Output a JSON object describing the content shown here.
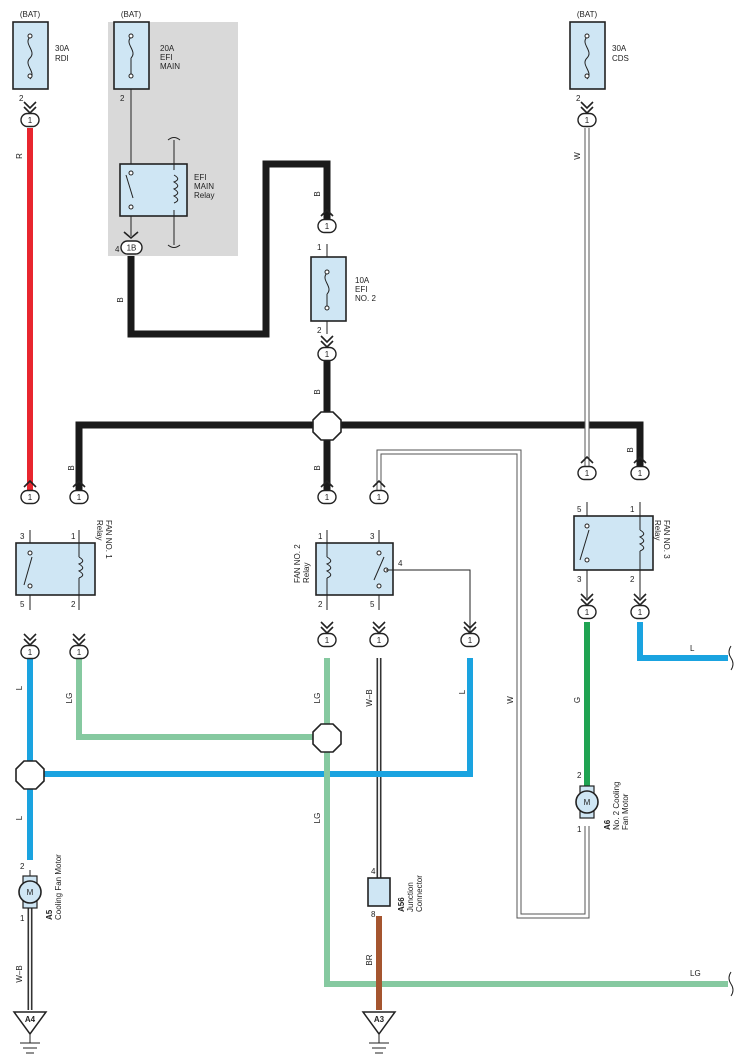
{
  "colors": {
    "red": "#e8262e",
    "black": "#1a1a1a",
    "blue": "#1aa3e0",
    "light_green": "#86c9a0",
    "green": "#1fa352",
    "brown": "#a5552f",
    "white_wire": "#ffffff",
    "component_fill": "#cfe6f4",
    "shaded_area": "#d9d9d9"
  },
  "fuses": {
    "rdi": {
      "source": "(BAT)",
      "rating": "30A",
      "name": "RDI",
      "pin": "2"
    },
    "efi_main": {
      "source": "(BAT)",
      "rating": "20A",
      "name1": "EFI",
      "name2": "MAIN",
      "pin": "2"
    },
    "cds": {
      "source": "(BAT)",
      "rating": "30A",
      "name": "CDS",
      "pin": "2"
    },
    "efi_no2": {
      "rating": "10A",
      "name1": "EFI",
      "name2": "NO. 2",
      "pin_top": "1",
      "pin_bottom": "2"
    }
  },
  "efi_main_relay": {
    "line1": "EFI",
    "line2": "MAIN",
    "line3": "Relay",
    "pin": "4",
    "connector": "1B"
  },
  "relays": {
    "fan1": {
      "line1": "FAN NO. 1",
      "line2": "Relay",
      "p3": "3",
      "p1": "1",
      "p5": "5",
      "p2": "2"
    },
    "fan2": {
      "line1": "FAN NO. 2",
      "line2": "Relay",
      "p1": "1",
      "p3": "3",
      "p4": "4",
      "p2": "2",
      "p5": "5"
    },
    "fan3": {
      "line1": "FAN NO. 3",
      "line2": "Relay",
      "p5": "5",
      "p1": "1",
      "p3": "3",
      "p2": "2"
    }
  },
  "connector_label": "1",
  "wire_labels": {
    "r": "R",
    "b": "B",
    "w": "W",
    "l": "L",
    "lg": "LG",
    "g": "G",
    "wb": "W–B",
    "br": "BR"
  },
  "motors": {
    "a5": {
      "code": "A5",
      "name": "Cooling Fan Motor",
      "symbol": "M",
      "pin_top": "2",
      "pin_bottom": "1"
    },
    "a6": {
      "code": "A6",
      "name1": "No. 2 Cooling",
      "name2": "Fan Motor",
      "symbol": "M",
      "pin_top": "2",
      "pin_bottom": "1"
    }
  },
  "junction": {
    "code": "A56",
    "line1": "Junction",
    "line2": "Connector",
    "pin_top": "4",
    "pin_bottom": "8"
  },
  "grounds": {
    "left": "A4",
    "right": "A3"
  }
}
